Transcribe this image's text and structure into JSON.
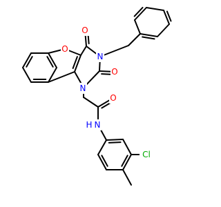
{
  "molecule": {
    "colors": {
      "bond": "#000000",
      "O": "#ff0000",
      "N": "#0000ff",
      "Cl": "#00aa00",
      "background": "#ffffff"
    },
    "atoms": {
      "o_furan": "O",
      "o_c4": "O",
      "n3": "N",
      "o_c2": "O",
      "n1": "N",
      "o_amide": "O",
      "n_amide": "N",
      "h_amide": "H",
      "cl": "Cl"
    }
  }
}
